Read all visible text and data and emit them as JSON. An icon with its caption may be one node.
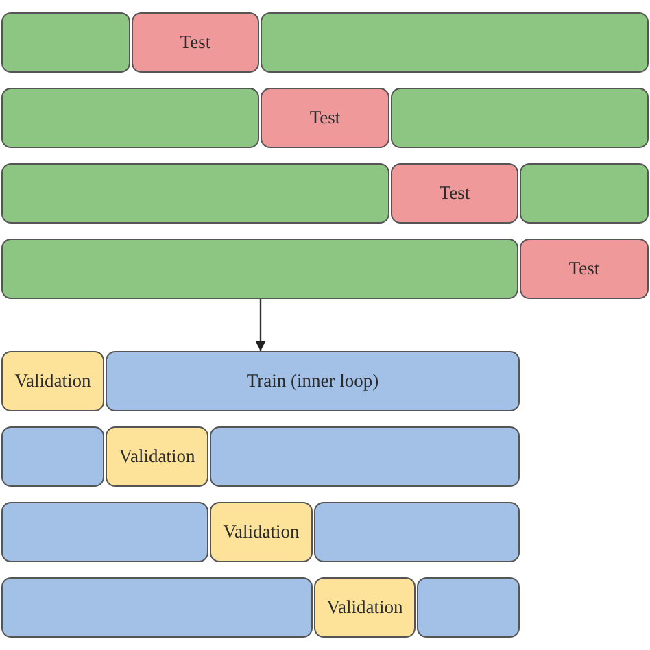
{
  "diagram": {
    "nodes": [
      {
        "text": [],
        "shape": "box"
      },
      {
        "text": [
          "Test"
        ]
      },
      {
        "text": [],
        "shape": "box"
      },
      {
        "text": [],
        "shape": "box"
      },
      {
        "text": [
          "Test"
        ]
      },
      {
        "text": [],
        "shape": "box"
      },
      {
        "text": [],
        "shape": "box"
      },
      {
        "text": [
          "Test"
        ]
      },
      {
        "text": [],
        "shape": "box"
      },
      {
        "text": [],
        "shape": "box"
      },
      {
        "text": [
          "Test"
        ]
      },
      {
        "text": [
          "Validation"
        ]
      },
      {
        "text": [
          "Train (inner loop)"
        ]
      },
      {
        "text": [],
        "shape": "box"
      },
      {
        "text": [
          "Validation"
        ]
      },
      {
        "text": [],
        "shape": "box"
      },
      {
        "text": [],
        "shape": "box"
      },
      {
        "text": [
          "Validation"
        ]
      },
      {
        "text": [],
        "shape": "box"
      },
      {
        "text": [],
        "shape": "box"
      },
      {
        "text": [
          "Validation"
        ]
      },
      {
        "text": [],
        "shape": "box"
      }
    ],
    "edges": [
      {
        "from": 9,
        "to": 12,
        "arrow": "to"
      }
    ]
  }
}
